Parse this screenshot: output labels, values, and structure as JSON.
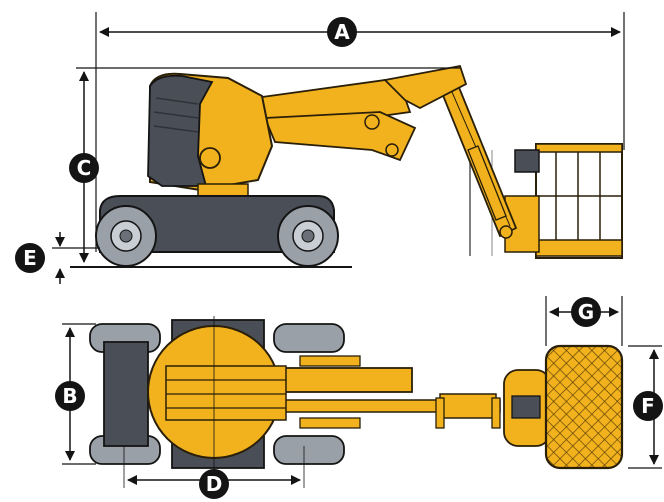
{
  "dimension_labels": {
    "A": "A",
    "B": "B",
    "C": "C",
    "D": "D",
    "E": "E",
    "F": "F",
    "G": "G"
  },
  "colors": {
    "machine_yellow": "#F2B21E",
    "machine_outline": "#2a1f08",
    "chassis_grey": "#4a4e57",
    "tire_grey": "#9aa0a8",
    "dark": "#141414",
    "background": "#ffffff"
  }
}
